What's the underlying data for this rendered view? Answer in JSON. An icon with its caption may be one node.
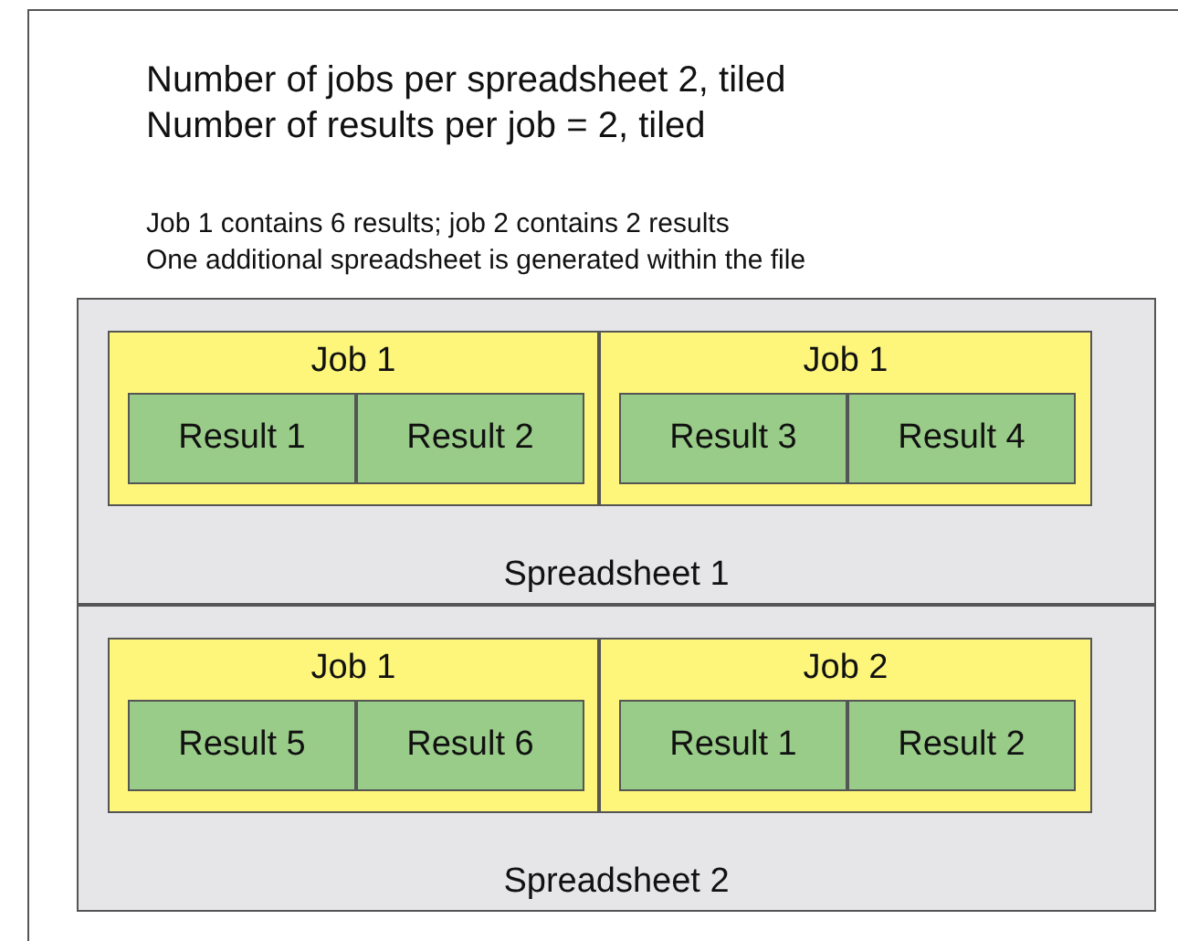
{
  "diagram": {
    "nodes": [
      {
        "text": [
          "Spreadsheet 1"
        ]
      },
      {
        "text": [
          "Job 1"
        ],
        "in": 0
      },
      {
        "text": [
          "Result 1"
        ],
        "in": 1
      },
      {
        "text": [
          "Result 2"
        ],
        "in": 1
      },
      {
        "text": [
          "Job 1"
        ],
        "in": 0
      },
      {
        "text": [
          "Result 3"
        ],
        "in": 4
      },
      {
        "text": [
          "Result 4"
        ],
        "in": 4
      },
      {
        "text": [
          "Spreadsheet 2"
        ]
      },
      {
        "text": [
          "Job 1"
        ],
        "in": 7
      },
      {
        "text": [
          "Result 5"
        ],
        "in": 8
      },
      {
        "text": [
          "Result 6"
        ],
        "in": 8
      },
      {
        "text": [
          "Job 2"
        ],
        "in": 7
      },
      {
        "text": [
          "Result 1"
        ],
        "in": 11
      },
      {
        "text": [
          "Result 2"
        ],
        "in": 11
      }
    ],
    "labels": [
      "Number of jobs per spreadsheet 2, tiled",
      "Number of results per job = 2, tiled",
      "Job 1 contains 6 results; job 2 contains 2 results",
      "One additional spreadsheet is generated within the file"
    ]
  }
}
